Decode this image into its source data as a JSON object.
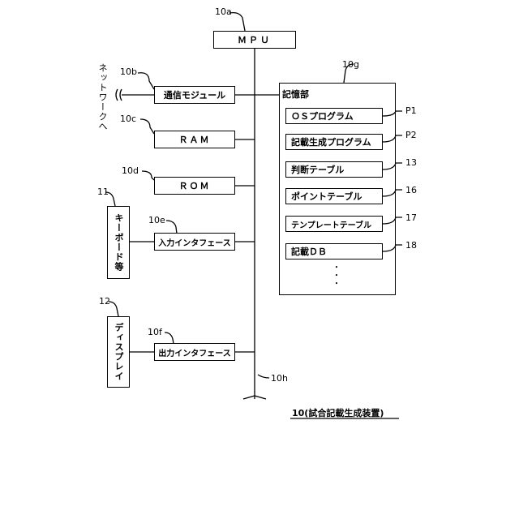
{
  "labels": {
    "mpu_ref": "10a",
    "comm_ref": "10b",
    "ram_ref": "10c",
    "rom_ref": "10d",
    "input_ref": "10e",
    "output_ref": "10f",
    "storage_ref": "10g",
    "bus_ref": "10h",
    "keyboard_ref": "11",
    "display_ref": "12"
  },
  "components": {
    "mpu": "ＭＰＵ",
    "comm": "通信モジュール",
    "ram": "ＲＡＭ",
    "rom": "ＲＯＭ",
    "input_if": "入力インタフェース",
    "output_if": "出力インタフェース"
  },
  "network": "ネットワークへ",
  "keyboard": "キーボード等",
  "display": "ディスプレイ",
  "storage": {
    "title": "記憶部",
    "items": [
      {
        "label": "ＯＳプログラム",
        "ref": "P1"
      },
      {
        "label": "記載生成プログラム",
        "ref": "P2"
      },
      {
        "label": "判断テーブル",
        "ref": "13"
      },
      {
        "label": "ポイントテーブル",
        "ref": "16"
      },
      {
        "label": "テンプレートテーブル",
        "ref": "17"
      },
      {
        "label": "記載ＤＢ",
        "ref": "18"
      }
    ],
    "more": "・\n・\n・"
  },
  "caption": "10(試合記載生成装置)"
}
